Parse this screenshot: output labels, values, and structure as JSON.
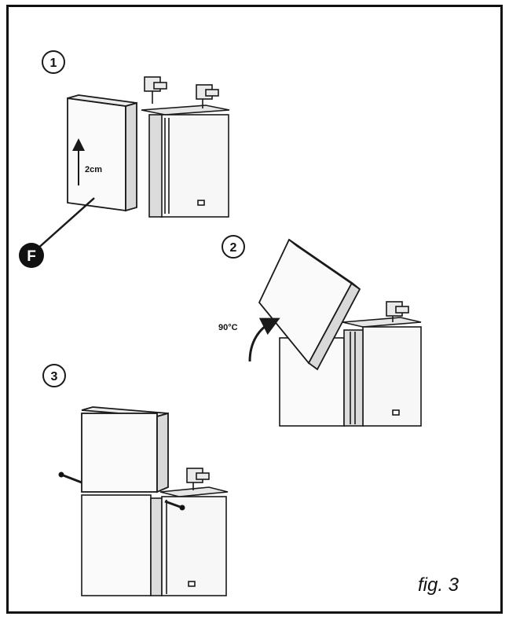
{
  "steps": [
    {
      "number": "1",
      "annotation": "2cm"
    },
    {
      "number": "2",
      "annotation": "90°C"
    },
    {
      "number": "3"
    }
  ],
  "callout": {
    "letter": "F"
  },
  "caption": "fig. 3",
  "colors": {
    "line": "#1a1a1a",
    "panel": "#f2f2f2",
    "shade": "#d9d9d9",
    "callout_fill": "#111111"
  }
}
